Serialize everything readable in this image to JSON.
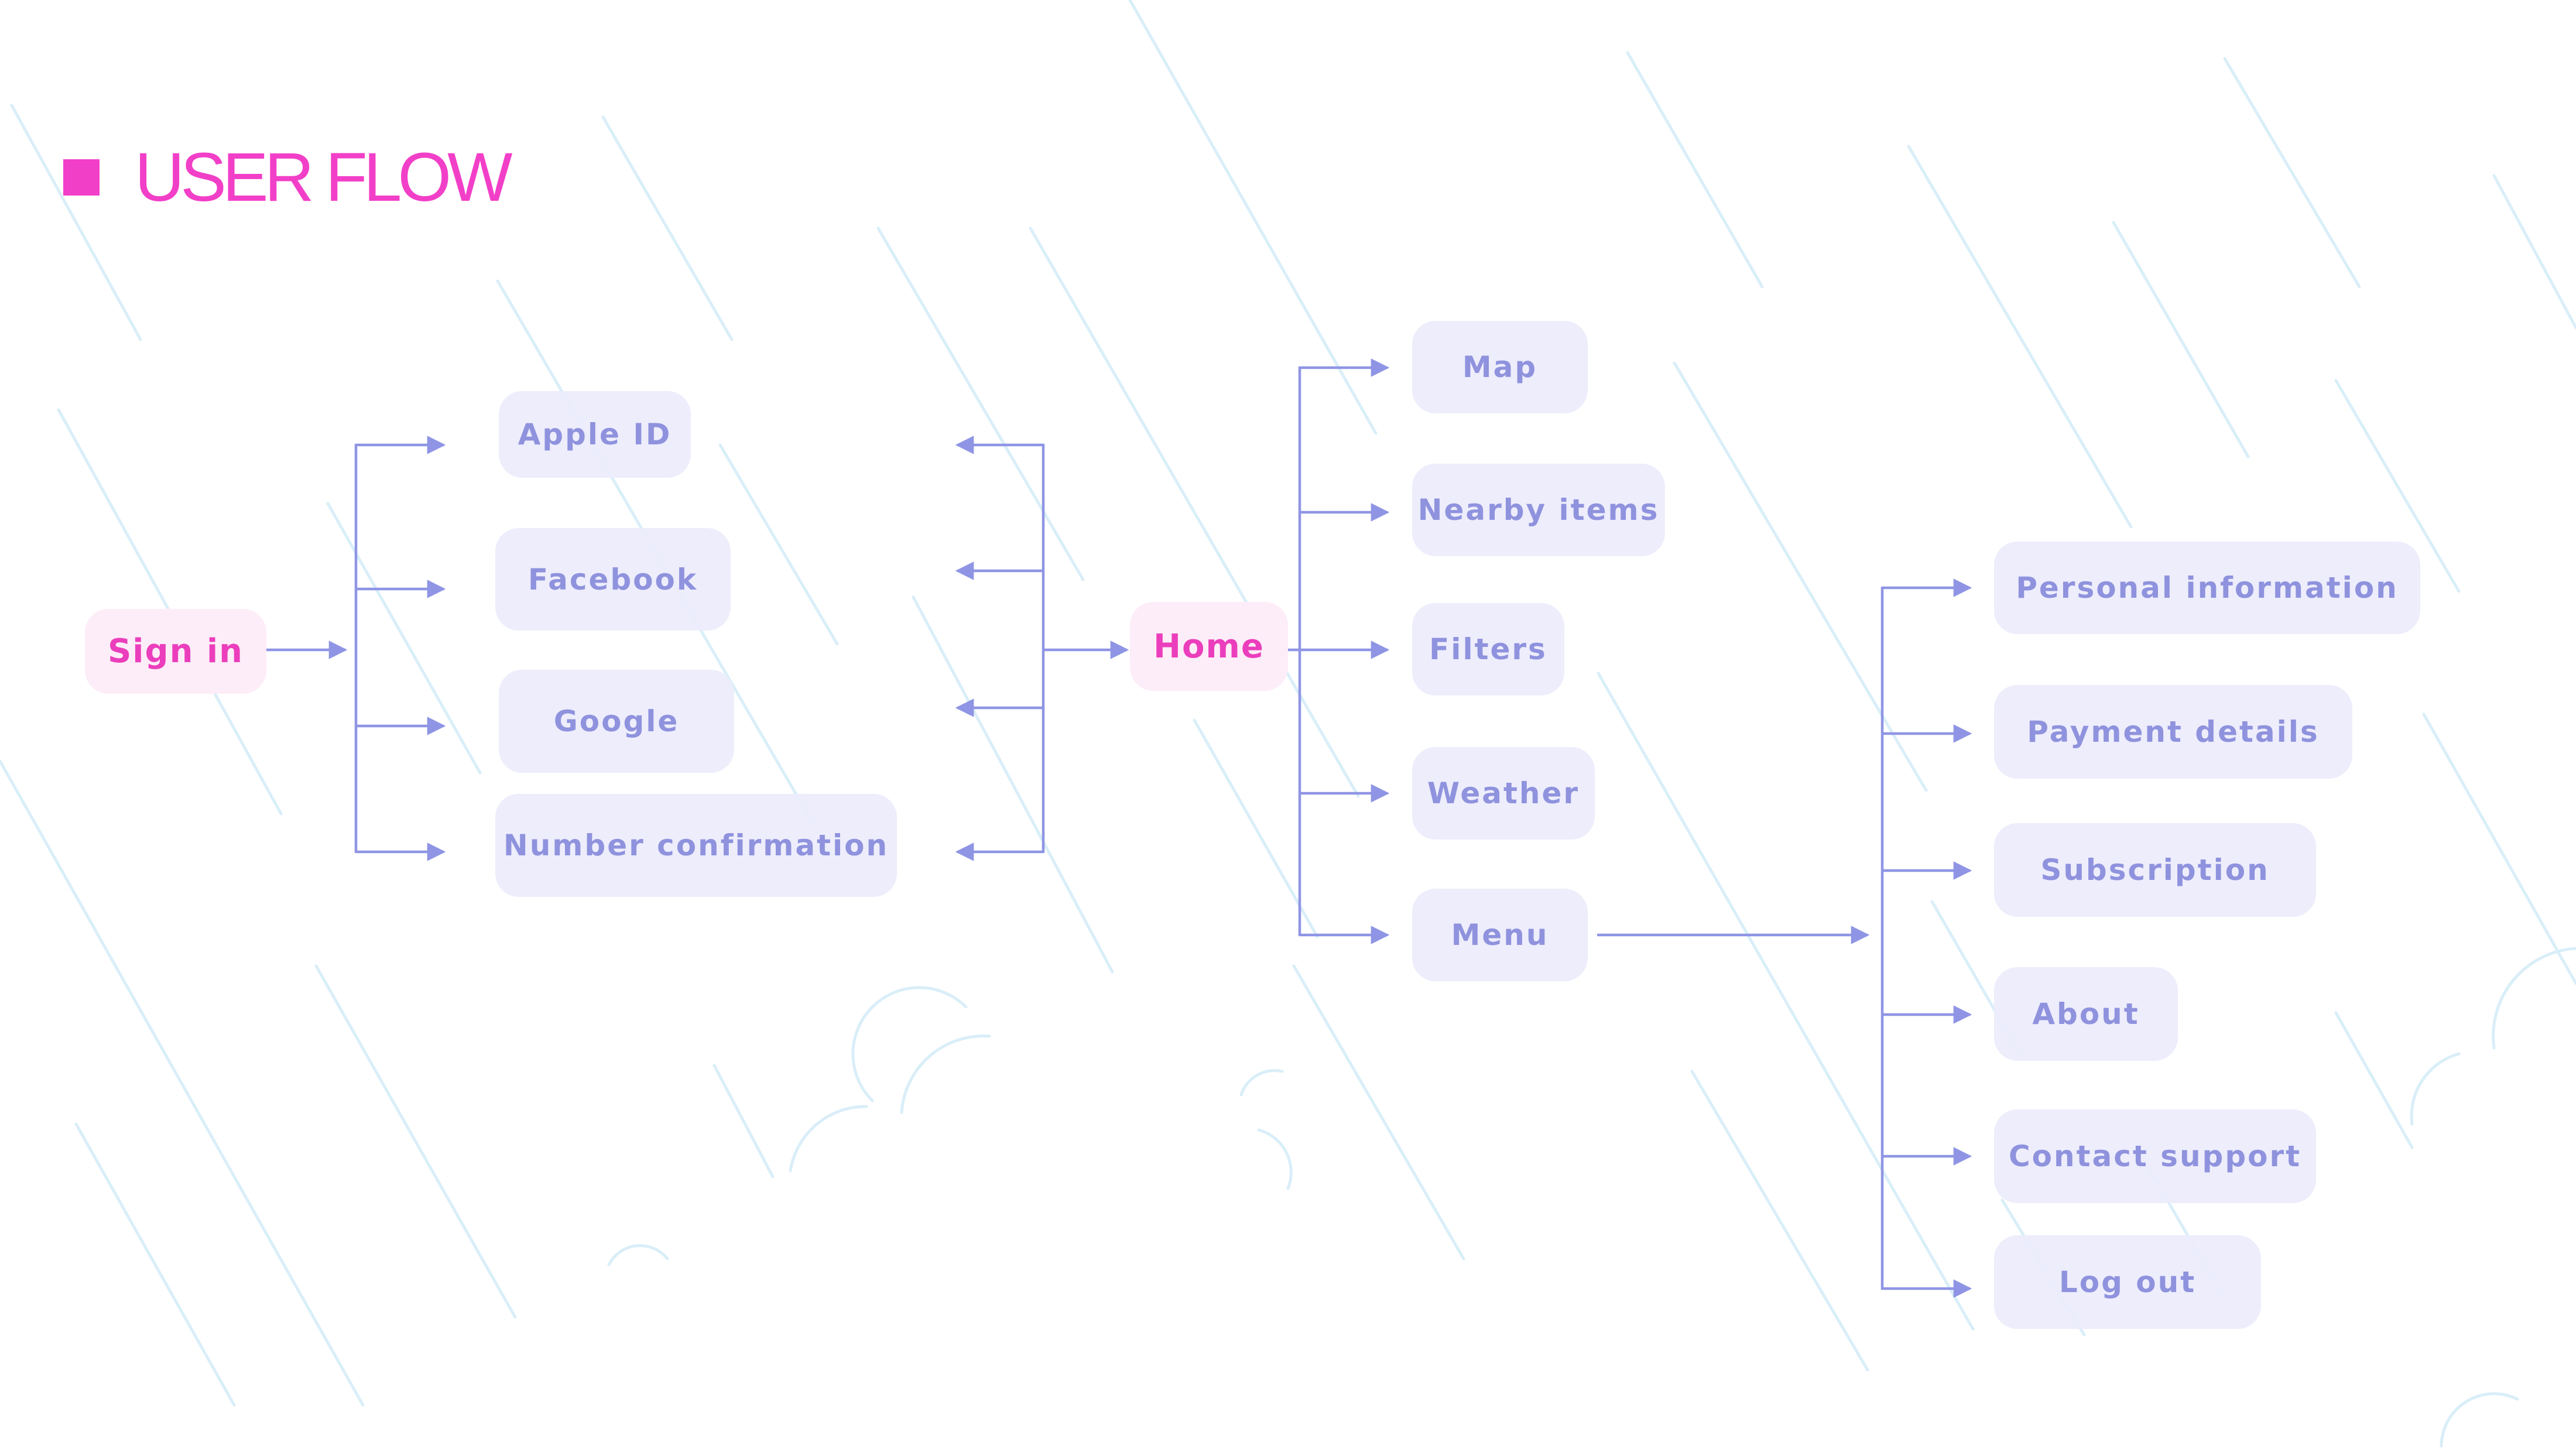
{
  "title": "USER FLOW",
  "colors": {
    "accent": "#F23FC8",
    "line": "#8F95E4",
    "node_fill": "#ECECFC",
    "node_text": "#8F92DD",
    "primary_fill": "#FDECF8",
    "primary_text": "#EB3EBC",
    "rain": "#D9EEF8"
  },
  "nodes": {
    "sign_in": "Sign in",
    "apple_id": "Apple ID",
    "facebook": "Facebook",
    "google": "Google",
    "number_confirmation": "Number confirmation",
    "home": "Home",
    "map": "Map",
    "nearby_items": "Nearby items",
    "filters": "Filters",
    "weather": "Weather",
    "menu": "Menu",
    "personal_information": "Personal information",
    "payment_details": "Payment details",
    "subscription": "Subscription",
    "about": "About",
    "contact_support": "Contact support",
    "log_out": "Log out"
  }
}
